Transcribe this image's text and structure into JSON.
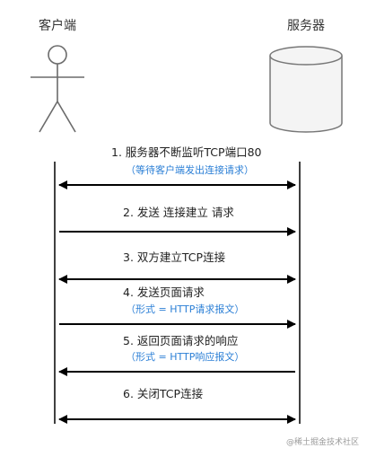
{
  "client": {
    "title": "客户端"
  },
  "server": {
    "title": "服务器"
  },
  "steps": [
    {
      "label": "1. 服务器不断监听TCP端口80",
      "sublabel": "（等待客户端发出连接请求）",
      "direction": "both"
    },
    {
      "label": "2. 发送 连接建立 请求",
      "sublabel": "",
      "direction": "right"
    },
    {
      "label": "3. 双方建立TCP连接",
      "sublabel": "",
      "direction": "both"
    },
    {
      "label": "4. 发送页面请求",
      "sublabel": "（形式 = HTTP请求报文）",
      "direction": "right"
    },
    {
      "label": "5. 返回页面请求的响应",
      "sublabel": "（形式 = HTTP响应报文）",
      "direction": "left"
    },
    {
      "label": "6. 关闭TCP连接",
      "sublabel": "",
      "direction": "both"
    }
  ],
  "watermark": "@稀土掘金技术社区"
}
